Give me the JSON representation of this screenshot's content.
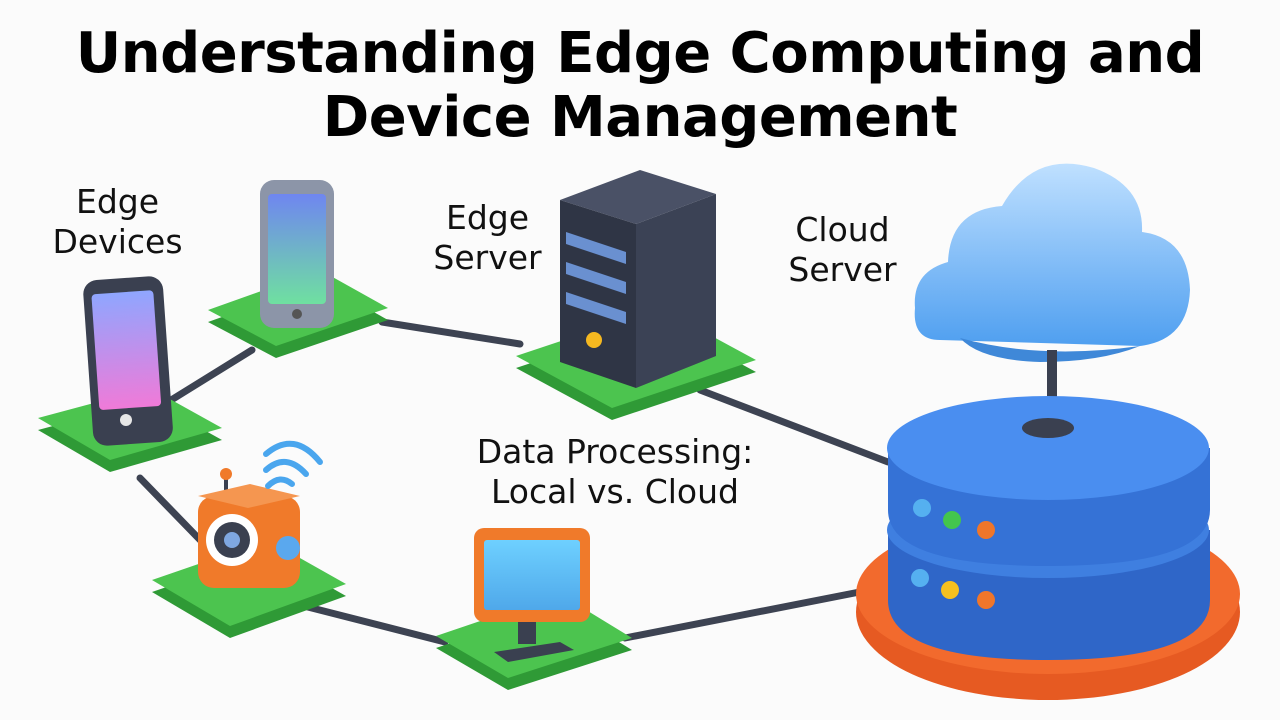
{
  "title_line1": "Understanding Edge Computing and",
  "title_line2": "Device Management",
  "labels": {
    "edge_devices_1": "Edge",
    "edge_devices_2": "Devices",
    "edge_server_1": "Edge",
    "edge_server_2": "Server",
    "cloud_server_1": "Cloud",
    "cloud_server_2": "Server",
    "data_processing_1": "Data Processing:",
    "data_processing_2": "Local vs. Cloud"
  },
  "colors": {
    "pad_green": "#45c04a",
    "cable": "#3d4352",
    "cloud_blue": "#5aa8ee",
    "db_blue": "#3f7fe0",
    "db_base_orange": "#f26a2d",
    "device_orange": "#f07a2a",
    "server_dark": "#353b4c"
  },
  "icons": [
    "phone-icon",
    "tablet-phone-icon",
    "server-tower-icon",
    "cloud-icon",
    "database-icon",
    "robot-camera-icon",
    "monitor-icon",
    "wifi-icon"
  ]
}
